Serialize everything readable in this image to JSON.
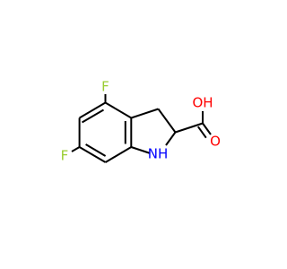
{
  "molecule": {
    "atoms": {
      "f_top": "F",
      "f_left": "F",
      "o_hydroxyl": "OH",
      "o_carbonyl": "O",
      "n_amine": "NH"
    },
    "colors": {
      "fluorine": "#9ACD32",
      "oxygen": "#FF0000",
      "nitrogen": "#0000FF",
      "bond": "#000000",
      "background": "#FFFFFF"
    }
  }
}
